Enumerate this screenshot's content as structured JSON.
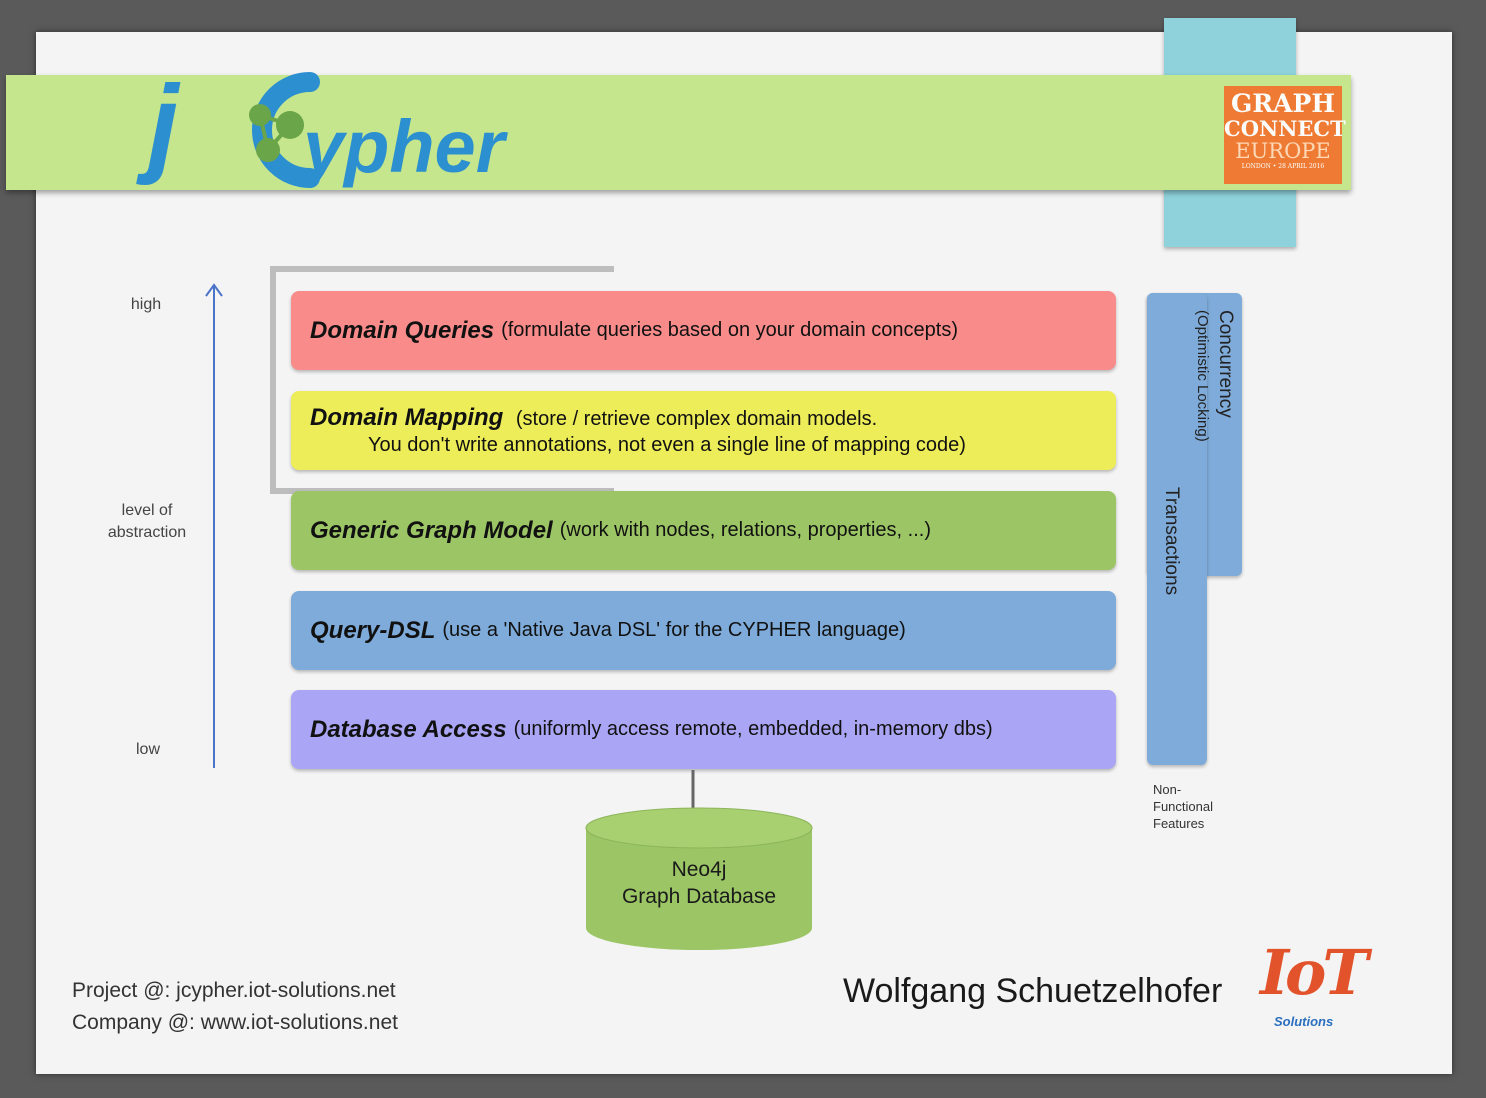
{
  "header": {
    "logo_j": "j",
    "logo_text": "ypher",
    "event_logo": {
      "line1": "GRAPH",
      "line2": "CONNECT",
      "line3": "EUROPE",
      "line4": "LONDON • 28 APRIL 2016"
    }
  },
  "axis": {
    "high": "high",
    "middle_line1": "level of",
    "middle_line2": "abstraction",
    "low": "low"
  },
  "layers": [
    {
      "name": "Domain Queries",
      "desc": "(formulate queries based on your domain concepts)",
      "color": "#f98b8b"
    },
    {
      "name": "Domain Mapping",
      "desc": "(store / retrieve complex domain models.",
      "desc2": "You don't write annotations, not even a single line of mapping code)",
      "color": "#eded59"
    },
    {
      "name": "Generic Graph Model",
      "desc": "(work with nodes, relations, properties, ...)",
      "color": "#9cc665"
    },
    {
      "name": "Query-DSL",
      "desc": "(use a 'Native Java DSL' for the CYPHER language)",
      "color": "#7eabd9"
    },
    {
      "name": "Database Access",
      "desc": "(uniformly access remote, embedded, in-memory dbs)",
      "color": "#aaa6f5"
    }
  ],
  "non_functional": {
    "concurrency": "Concurrency",
    "concurrency_sub": "(Optimistic Locking)",
    "transactions": "Transactions",
    "label_line1": "Non-",
    "label_line2": "Functional",
    "label_line3": "Features",
    "color": "#7eabd9"
  },
  "database": {
    "line1": "Neo4j",
    "line2": "Graph Database",
    "color": "#9cc665"
  },
  "footer": {
    "project": "Project @: jcypher.iot-solutions.net",
    "company": "Company @: www.iot-solutions.net",
    "author": "Wolfgang Schuetzelhofer",
    "company_logo_text": "IoT",
    "company_logo_sub": "Solutions"
  }
}
